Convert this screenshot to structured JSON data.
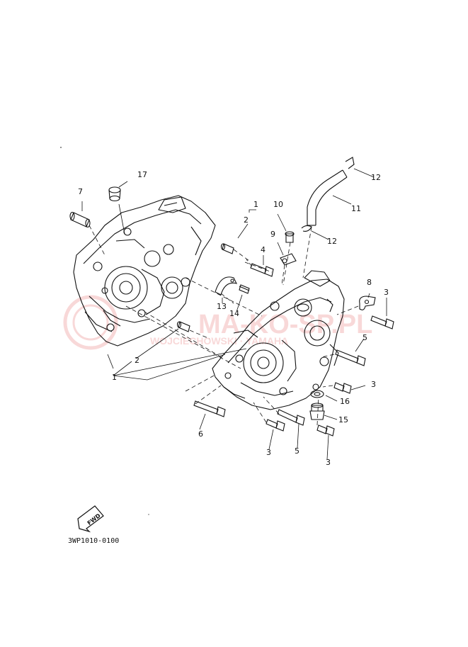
{
  "watermark": {
    "brand": "MA-KO-SP.PL",
    "tagline": "WOJCIECHOWSKI · YAMAHA",
    "color": "#e05050"
  },
  "callouts": {
    "c1_top": "1",
    "c2_top": "2",
    "c1_bot": "1",
    "c2_bot": "2",
    "c3_a": "3",
    "c3_b": "3",
    "c3_c": "3",
    "c3_d": "3",
    "c4": "4",
    "c5_a": "5",
    "c5_b": "5",
    "c6": "6",
    "c7": "7",
    "c8": "8",
    "c9": "9",
    "c10": "10",
    "c11": "11",
    "c12_a": "12",
    "c12_b": "12",
    "c13": "13",
    "c14": "14",
    "c15": "15",
    "c16": "16",
    "c17": "17"
  },
  "fwd_label": "FWD",
  "diagram_code": "3WP1010-0100",
  "colors": {
    "ink": "#111111",
    "paper": "#ffffff"
  }
}
